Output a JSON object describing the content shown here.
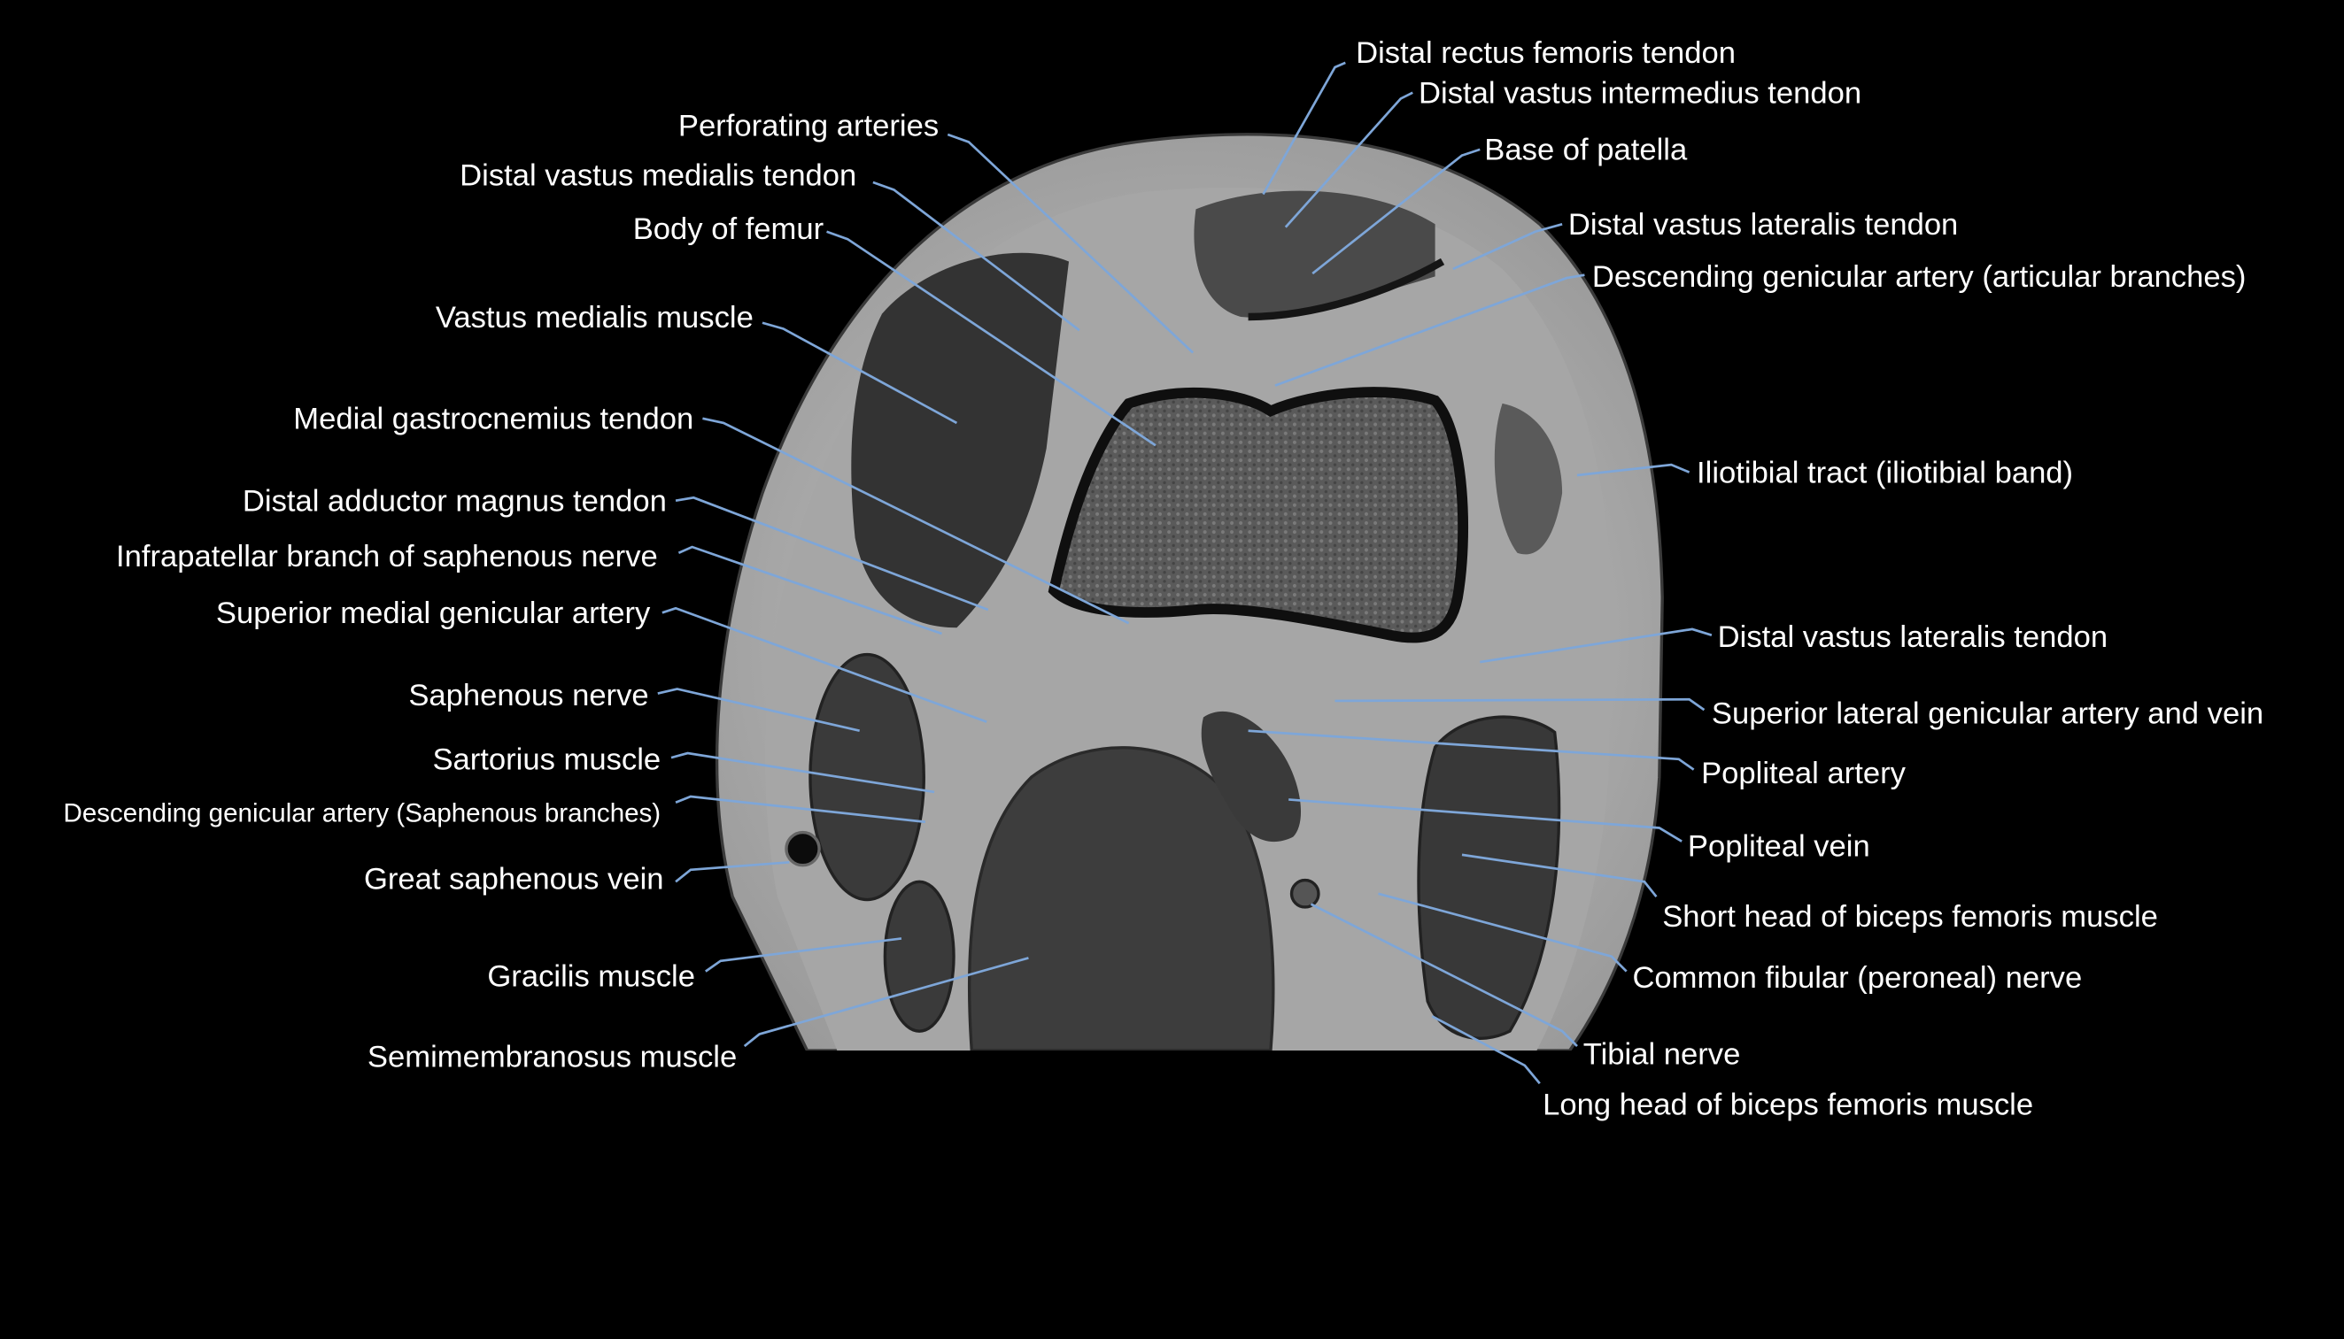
{
  "figure": {
    "description": "Axial MRI of the distal thigh / knee with anatomical labels",
    "background_color": "#000000",
    "label_color": "#ffffff",
    "leader_line_color": "#7ea6d8"
  },
  "labels_right": [
    {
      "id": "distal-rectus-femoris-tendon",
      "text": "Distal rectus femoris  tendon"
    },
    {
      "id": "distal-vastus-intermedius-tendon",
      "text": "Distal vastus intermedius tendon"
    },
    {
      "id": "base-of-patella",
      "text": "Base of patella"
    },
    {
      "id": "distal-vastus-lateralis-tendon-upper",
      "text": "Distal vastus lateralis tendon"
    },
    {
      "id": "descending-genicular-artery-articular",
      "text": "Descending genicular artery (articular branches)"
    },
    {
      "id": "iliotibial-tract",
      "text": "Iliotibial tract (iliotibial band)"
    },
    {
      "id": "distal-vastus-lateralis-tendon-lower",
      "text": "Distal vastus lateralis tendon"
    },
    {
      "id": "superior-lateral-genicular-artery-vein",
      "text": "Superior lateral genicular artery and vein"
    },
    {
      "id": "popliteal-artery",
      "text": "Popliteal artery"
    },
    {
      "id": "popliteal-vein",
      "text": "Popliteal vein"
    },
    {
      "id": "short-head-biceps-femoris",
      "text": "Short head of biceps femoris muscle"
    },
    {
      "id": "common-fibular-nerve",
      "text": "Common fibular (peroneal) nerve"
    },
    {
      "id": "tibial-nerve",
      "text": "Tibial nerve"
    },
    {
      "id": "long-head-biceps-femoris",
      "text": "Long head of biceps femoris muscle"
    }
  ],
  "labels_left": [
    {
      "id": "perforating-arteries",
      "text": "Perforating arteries"
    },
    {
      "id": "distal-vastus-medialis-tendon",
      "text": "Distal vastus medialis tendon"
    },
    {
      "id": "body-of-femur",
      "text": "Body of femur"
    },
    {
      "id": "vastus-medialis-muscle",
      "text": "Vastus medialis muscle"
    },
    {
      "id": "medial-gastrocnemius-tendon",
      "text": "Medial gastrocnemius tendon"
    },
    {
      "id": "distal-adductor-magnus-tendon",
      "text": "Distal adductor magnus tendon"
    },
    {
      "id": "infrapatellar-branch-saphenous-nerve",
      "text": "Infrapatellar branch of saphenous nerve"
    },
    {
      "id": "superior-medial-genicular-artery",
      "text": "Superior medial genicular artery"
    },
    {
      "id": "saphenous-nerve",
      "text": "Saphenous nerve"
    },
    {
      "id": "sartorius-muscle",
      "text": "Sartorius muscle"
    },
    {
      "id": "descending-genicular-artery-saphenous",
      "text": "Descending genicular artery (Saphenous branches)"
    },
    {
      "id": "great-saphenous-vein",
      "text": "Great saphenous vein"
    },
    {
      "id": "gracilis-muscle",
      "text": "Gracilis muscle"
    },
    {
      "id": "semimembranosus-muscle",
      "text": "Semimembranosus muscle"
    }
  ]
}
